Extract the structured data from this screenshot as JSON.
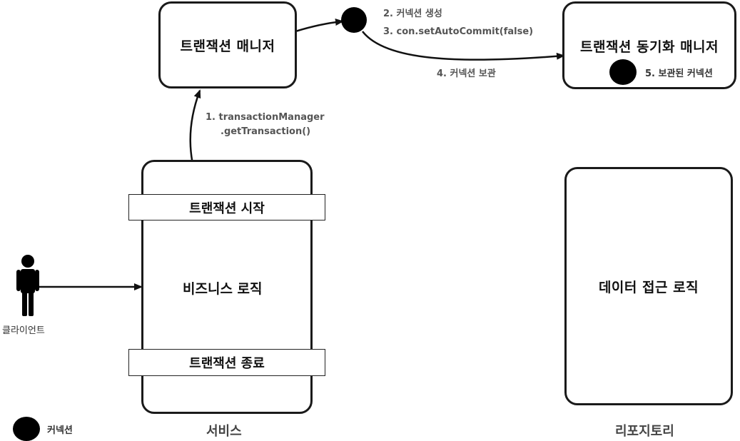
{
  "boxes": {
    "tx_manager": "트랜잭션 매니저",
    "sync_manager": "트랜잭션 동기화 매니저",
    "repository_logic": "데이터 접근 로직"
  },
  "service": {
    "tx_start": "트랜잭션 시작",
    "business_logic": "비즈니스 로직",
    "tx_end": "트랜잭션 종료",
    "title": "서비스"
  },
  "repository": {
    "title": "리포지토리"
  },
  "client": {
    "label": "클라이언트"
  },
  "steps": {
    "step1_line1": "1. transactionManager",
    "step1_line2": ".getTransaction()",
    "step2": "2. 커넥션 생성",
    "step3": "3. con.setAutoCommit(false)",
    "step4": "4. 커넥션 보관",
    "step5": "5. 보관된 커넥션"
  },
  "legend": {
    "connection": "커넥션"
  }
}
